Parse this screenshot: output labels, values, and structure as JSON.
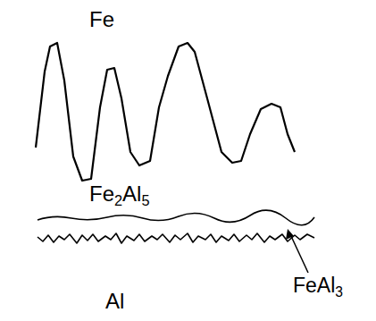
{
  "diagram": {
    "labels": [
      "Fe",
      "Fe2Al5",
      "Al",
      "FeAl3"
    ]
  }
}
